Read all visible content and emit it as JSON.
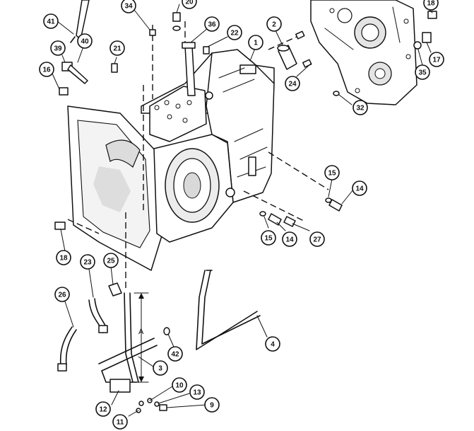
{
  "diagram": {
    "highlight_color": "#cc1f1f",
    "highlighted_callout": "25",
    "dimension_label": "A",
    "callouts": [
      {
        "label": "41"
      },
      {
        "label": "34"
      },
      {
        "label": "20"
      },
      {
        "label": "36"
      },
      {
        "label": "22"
      },
      {
        "label": "1"
      },
      {
        "label": "2"
      },
      {
        "label": "24"
      },
      {
        "label": "18"
      },
      {
        "label": "17"
      },
      {
        "label": "35"
      },
      {
        "label": "32"
      },
      {
        "label": "39"
      },
      {
        "label": "40"
      },
      {
        "label": "21"
      },
      {
        "label": "16"
      },
      {
        "label": "15"
      },
      {
        "label": "14"
      },
      {
        "label": "15"
      },
      {
        "label": "14"
      },
      {
        "label": "27"
      },
      {
        "label": "18"
      },
      {
        "label": "23"
      },
      {
        "label": "25"
      },
      {
        "label": "26"
      },
      {
        "label": "4"
      },
      {
        "label": "42"
      },
      {
        "label": "3"
      },
      {
        "label": "10"
      },
      {
        "label": "13"
      },
      {
        "label": "9"
      },
      {
        "label": "12"
      },
      {
        "label": "11"
      }
    ]
  }
}
